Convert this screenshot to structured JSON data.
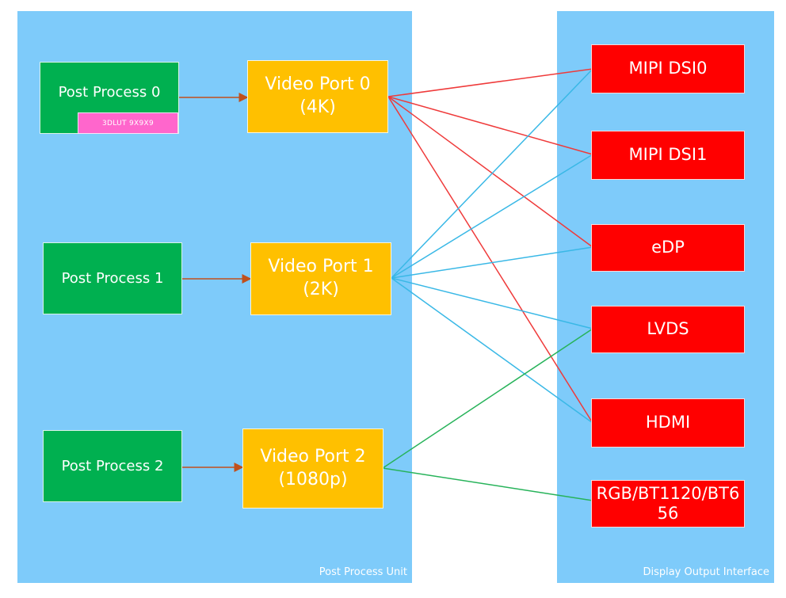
{
  "colors": {
    "panel": "#7ecbfa",
    "post_process": "#00b050",
    "video_port": "#ffc000",
    "output": "#ff0000",
    "badge": "#ff66cc",
    "arrow": "#c0501c",
    "link_vp0": "#ef3a3a",
    "link_vp1": "#39b8e6",
    "link_vp2": "#27b35a"
  },
  "panels": {
    "post_process_unit": "Post Process Unit",
    "display_output_interface": "Display Output Interface"
  },
  "post_process": [
    {
      "label": "Post Process 0"
    },
    {
      "label": "Post Process 1"
    },
    {
      "label": "Post Process 2"
    }
  ],
  "badge": {
    "label": "3DLUT 9X9X9"
  },
  "video_ports": [
    {
      "label": "Video Port 0\n(4K)"
    },
    {
      "label": "Video Port 1\n(2K)"
    },
    {
      "label": "Video Port 2\n(1080p)"
    }
  ],
  "outputs": [
    {
      "label": "MIPI DSI0"
    },
    {
      "label": "MIPI DSI1"
    },
    {
      "label": "eDP"
    },
    {
      "label": "LVDS"
    },
    {
      "label": "HDMI"
    },
    {
      "label": "RGB/BT1120/BT656"
    }
  ],
  "connections": {
    "vp0": [
      "MIPI DSI0",
      "MIPI DSI1",
      "eDP",
      "HDMI"
    ],
    "vp1": [
      "MIPI DSI0",
      "MIPI DSI1",
      "eDP",
      "LVDS",
      "HDMI"
    ],
    "vp2": [
      "LVDS",
      "RGB/BT1120/BT656"
    ]
  }
}
